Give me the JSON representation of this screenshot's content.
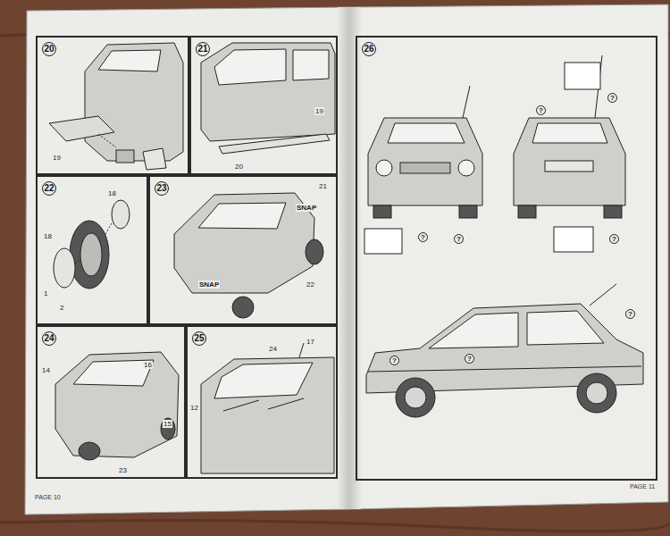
{
  "diagram": {
    "nodes": [
      {
        "text": [
          "20"
        ]
      },
      {
        "text": [
          "21"
        ]
      },
      {
        "text": [
          "22"
        ]
      },
      {
        "text": [
          "23"
        ]
      },
      {
        "text": [
          "24"
        ]
      },
      {
        "text": [
          "25"
        ]
      },
      {
        "text": [
          "26"
        ]
      }
    ],
    "labels": [
      "19",
      "20",
      "19",
      "18",
      "18",
      "1",
      "2",
      "21",
      "SNAP",
      "SNAP",
      "22",
      "14",
      "16",
      "15",
      "23",
      "17",
      "12",
      "24",
      "?",
      "?",
      "?",
      "?",
      "?",
      "?",
      "?",
      "?",
      "PAGE 10",
      "PAGE 11"
    ]
  }
}
